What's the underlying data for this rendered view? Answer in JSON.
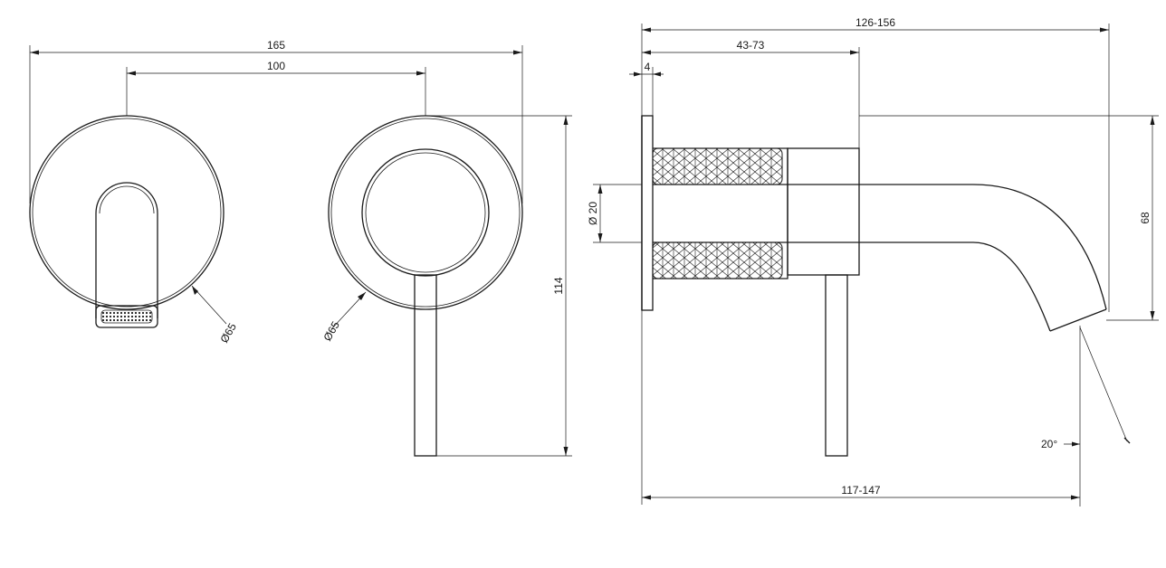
{
  "dimensions": {
    "front_width": "165",
    "center_distance": "100",
    "spout_plate_diameter": "Ø65",
    "lever_plate_diameter": "Ø65",
    "front_height": "114",
    "side_total_length": "126-156",
    "side_body_length": "43-73",
    "plate_thickness": "4",
    "spout_diameter": "Ø 20",
    "side_height": "68",
    "spout_angle": "20°",
    "spout_projection": "117-147"
  }
}
